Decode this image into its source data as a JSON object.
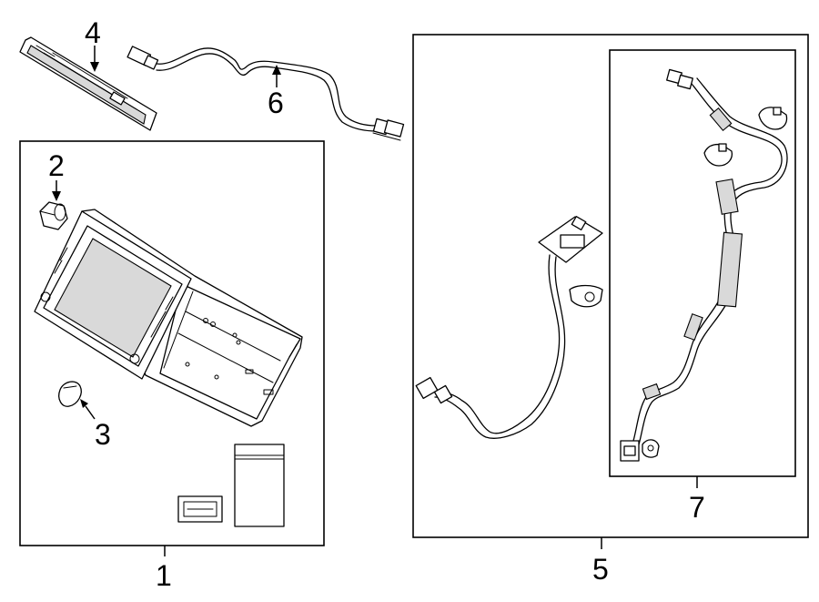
{
  "callouts": {
    "c1": "1",
    "c2": "2",
    "c3": "3",
    "c4": "4",
    "c5": "5",
    "c6": "6",
    "c7": "7"
  },
  "parts": [
    {
      "id": "1",
      "item": "navigation-display-unit"
    },
    {
      "id": "2",
      "item": "bushing"
    },
    {
      "id": "3",
      "item": "knob"
    },
    {
      "id": "4",
      "item": "bracket-plate"
    },
    {
      "id": "5",
      "item": "harness-assembly"
    },
    {
      "id": "6",
      "item": "cable"
    },
    {
      "id": "7",
      "item": "wire-harness"
    }
  ]
}
